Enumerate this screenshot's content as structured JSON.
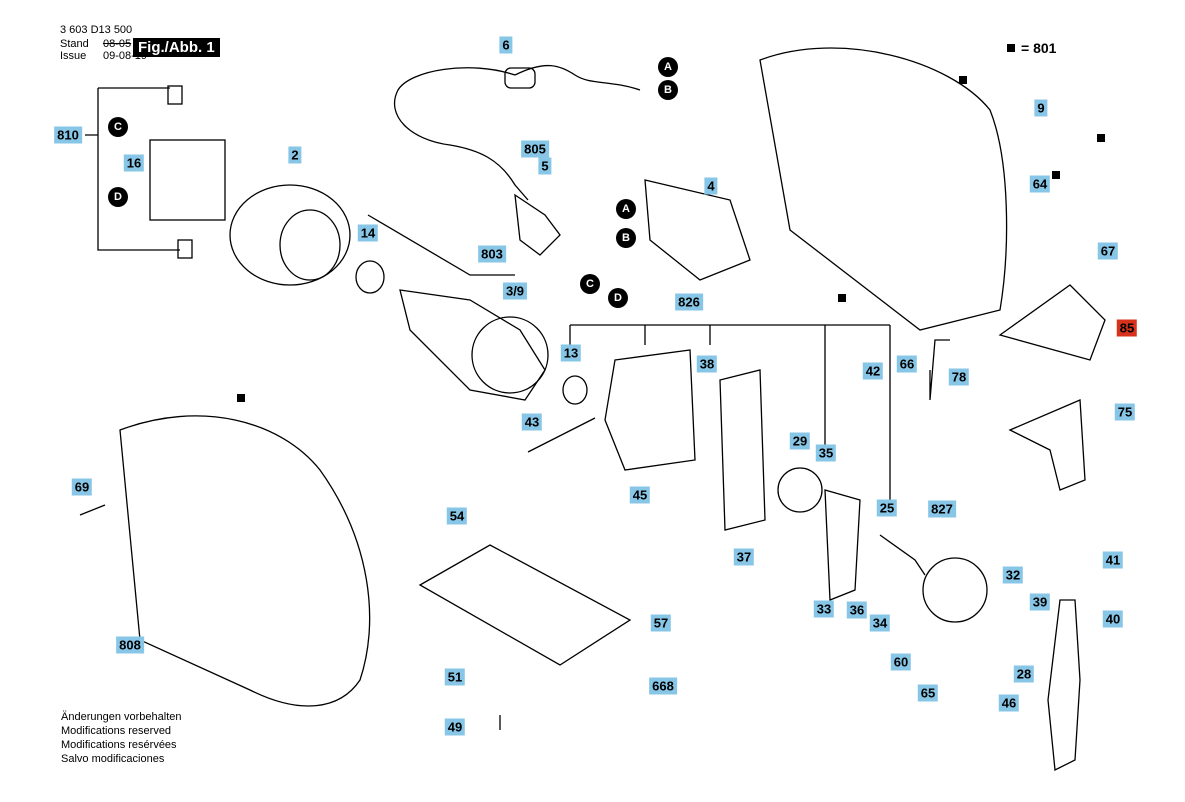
{
  "header": {
    "doc_number": "3 603 D13 500",
    "stand_label": "Stand",
    "stand_value": "08-05",
    "issue_label": "Issue",
    "issue_value": "09-08-19",
    "figure_label": "Fig./Abb. 1"
  },
  "legend": {
    "label": "= 801"
  },
  "notes": [
    "Änderungen vorbehalten",
    "Modifications reserved",
    "Modifications resérvées",
    "Salvo modificaciones"
  ],
  "parts": {
    "p6": "6",
    "p805": "805",
    "p5": "5",
    "p2": "2",
    "p810": "810",
    "p16": "16",
    "p14": "14",
    "p803": "803",
    "p3_9": "3/9",
    "p4": "4",
    "p826": "826",
    "p13": "13",
    "p38": "38",
    "p43": "43",
    "p29": "29",
    "p35": "35",
    "p45": "45",
    "p25": "25",
    "p827": "827",
    "p54": "54",
    "p37": "37",
    "p57": "57",
    "p33": "33",
    "p36": "36",
    "p34": "34",
    "p32": "32",
    "p39": "39",
    "p41": "41",
    "p40": "40",
    "p28": "28",
    "p60": "60",
    "p65": "65",
    "p46": "46",
    "p51": "51",
    "p668": "668",
    "p49": "49",
    "p69": "69",
    "p808": "808",
    "p9": "9",
    "p64": "64",
    "p67": "67",
    "p42": "42",
    "p66": "66",
    "p78": "78",
    "p85": "85",
    "p75": "75"
  },
  "connectors": {
    "a": "A",
    "b": "B",
    "c": "C",
    "d": "D"
  }
}
